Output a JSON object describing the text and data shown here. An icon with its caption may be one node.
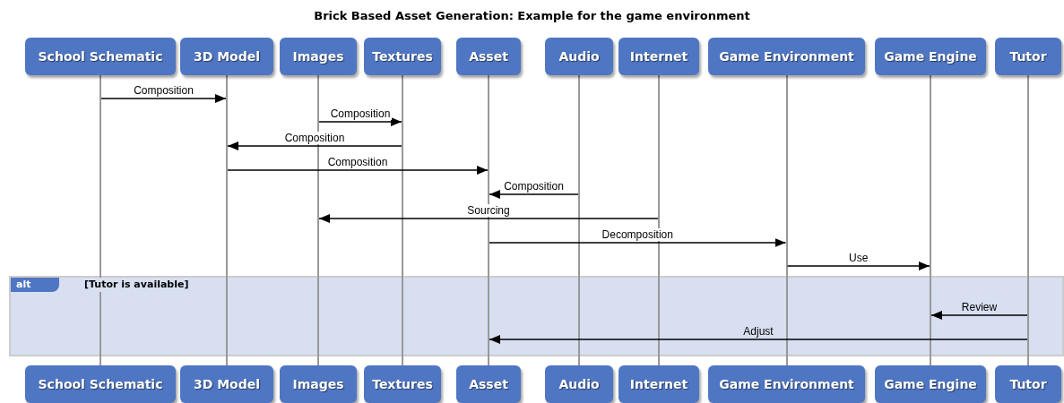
{
  "diagram": {
    "title": "Brick Based Asset Generation: Example for the game environment",
    "nodes": [
      {
        "text": [
          "School Schematic"
        ]
      },
      {
        "text": [
          "3D Model"
        ]
      },
      {
        "text": [
          "Images"
        ]
      },
      {
        "text": [
          "Textures"
        ]
      },
      {
        "text": [
          "Asset"
        ]
      },
      {
        "text": [
          "Audio"
        ]
      },
      {
        "text": [
          "Internet"
        ]
      },
      {
        "text": [
          "Game Environment"
        ]
      },
      {
        "text": [
          "Game Engine"
        ]
      },
      {
        "text": [
          "Tutor"
        ]
      },
      {
        "text": [],
        "shape": "bar"
      },
      {
        "text": [],
        "shape": "bar"
      },
      {
        "text": [],
        "shape": "bar"
      },
      {
        "text": [],
        "shape": "bar"
      },
      {
        "text": [],
        "shape": "bar"
      },
      {
        "text": [],
        "shape": "bar"
      },
      {
        "text": [],
        "shape": "bar"
      },
      {
        "text": [],
        "shape": "bar"
      },
      {
        "text": [],
        "shape": "bar"
      },
      {
        "text": [],
        "shape": "bar"
      },
      {
        "text": [
          "School Schematic"
        ]
      },
      {
        "text": [
          "3D Model"
        ]
      },
      {
        "text": [
          "Images"
        ]
      },
      {
        "text": [
          "Textures"
        ]
      },
      {
        "text": [
          "Asset"
        ]
      },
      {
        "text": [
          "Audio"
        ]
      },
      {
        "text": [
          "Internet"
        ]
      },
      {
        "text": [
          "Game Environment"
        ]
      },
      {
        "text": [
          "Game Engine"
        ]
      },
      {
        "text": [
          "Tutor"
        ]
      }
    ],
    "edges": [
      {
        "from": 10,
        "to": 11,
        "arrow": "to",
        "label": "Composition"
      },
      {
        "from": 12,
        "to": 13,
        "arrow": "to",
        "label": "Composition"
      },
      {
        "from": 13,
        "to": 11,
        "arrow": "to",
        "label": "Composition"
      },
      {
        "from": 11,
        "to": 14,
        "arrow": "to",
        "label": "Composition"
      },
      {
        "from": 15,
        "to": 14,
        "arrow": "to",
        "label": "Composition"
      },
      {
        "from": 16,
        "to": 12,
        "arrow": "to",
        "label": "Sourcing"
      },
      {
        "from": 14,
        "to": 17,
        "arrow": "to",
        "label": "Decomposition"
      },
      {
        "from": 17,
        "to": 18,
        "arrow": "to",
        "label": "Use"
      },
      {
        "from": 19,
        "to": 18,
        "arrow": "to",
        "label": "Review"
      },
      {
        "from": 19,
        "to": 14,
        "arrow": "to",
        "label": "Adjust"
      }
    ],
    "labels": [
      "alt",
      "[Tutor is available]"
    ]
  }
}
